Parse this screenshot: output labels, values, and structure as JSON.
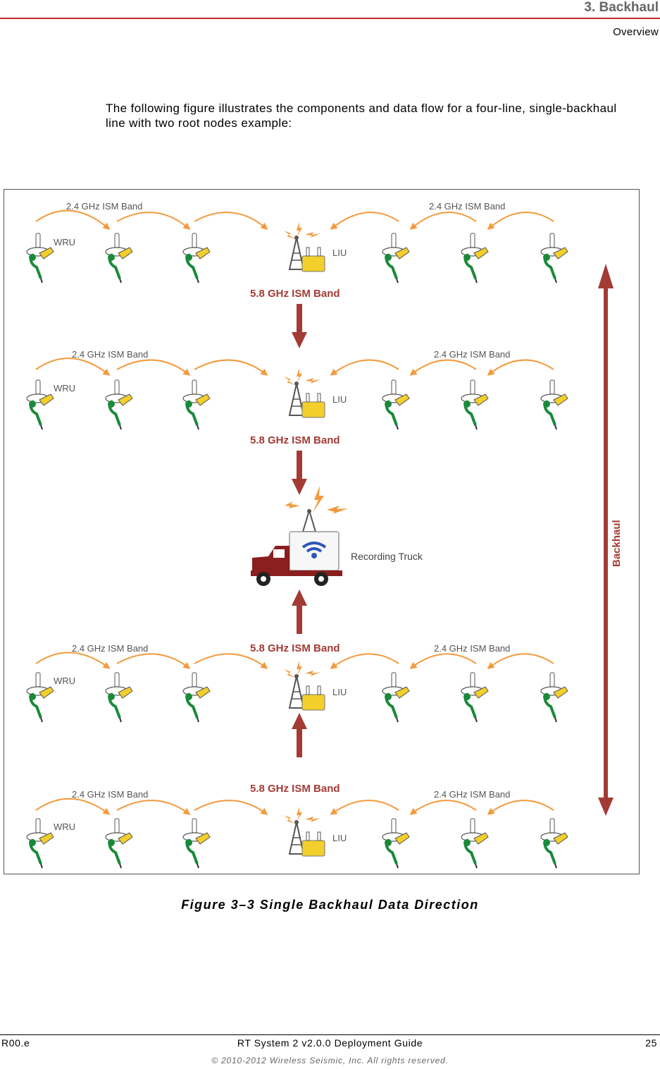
{
  "header": {
    "section_title": "3. Backhaul",
    "subsection": "Overview"
  },
  "intro": "The following figure illustrates the components and data flow for a four-line, single-backhaul line with two root nodes example:",
  "figure": {
    "band_24": "2.4 GHz ISM Band",
    "band_58": "5.8 GHz ISM Band",
    "wru_label": "WRU",
    "liu_label": "LIU",
    "truck_label": "Recording Truck",
    "backhaul_label": "Backhaul",
    "colors": {
      "arc": "#f39a3d",
      "link": "#a33b35",
      "truck": "#8b1e1e",
      "wru_body": "#f2cf2a",
      "wru_lead": "#1a8a3a"
    }
  },
  "caption": "Figure 3–3  Single Backhaul Data Direction",
  "footer": {
    "left": "R00.e",
    "center": "RT System 2 v2.0.0 Deployment Guide",
    "page": "25",
    "copyright": "© 2010-2012 Wireless Seismic, Inc. All rights reserved."
  }
}
